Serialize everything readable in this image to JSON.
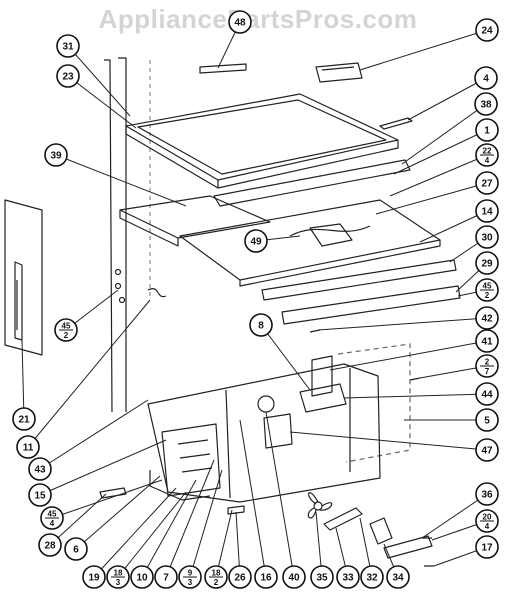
{
  "watermark": "AppliancePartsPros.com",
  "callouts": [
    {
      "id": "48",
      "text": "48"
    },
    {
      "id": "24",
      "text": "24"
    },
    {
      "id": "31",
      "text": "31"
    },
    {
      "id": "4",
      "text": "4"
    },
    {
      "id": "23",
      "text": "23"
    },
    {
      "id": "38",
      "text": "38"
    },
    {
      "id": "1",
      "text": "1"
    },
    {
      "id": "39",
      "text": "39"
    },
    {
      "id": "22-4",
      "top": "22",
      "bottom": "4"
    },
    {
      "id": "27",
      "text": "27"
    },
    {
      "id": "14",
      "text": "14"
    },
    {
      "id": "30",
      "text": "30"
    },
    {
      "id": "29",
      "text": "29"
    },
    {
      "id": "49",
      "text": "49"
    },
    {
      "id": "45-2-right",
      "top": "45",
      "bottom": "2"
    },
    {
      "id": "45-2-left",
      "top": "45",
      "bottom": "2"
    },
    {
      "id": "42",
      "text": "42"
    },
    {
      "id": "8",
      "text": "8"
    },
    {
      "id": "41",
      "text": "41"
    },
    {
      "id": "2-7",
      "top": "2",
      "bottom": "7"
    },
    {
      "id": "44",
      "text": "44"
    },
    {
      "id": "21",
      "text": "21"
    },
    {
      "id": "5",
      "text": "5"
    },
    {
      "id": "11",
      "text": "11"
    },
    {
      "id": "43",
      "text": "43"
    },
    {
      "id": "47",
      "text": "47"
    },
    {
      "id": "15",
      "text": "15"
    },
    {
      "id": "45-4",
      "top": "45",
      "bottom": "4"
    },
    {
      "id": "28",
      "text": "28"
    },
    {
      "id": "6",
      "text": "6"
    },
    {
      "id": "36",
      "text": "36"
    },
    {
      "id": "20-4",
      "top": "20",
      "bottom": "4"
    },
    {
      "id": "17",
      "text": "17"
    },
    {
      "id": "19",
      "text": "19"
    },
    {
      "id": "18-3",
      "top": "18",
      "bottom": "3"
    },
    {
      "id": "10",
      "text": "10"
    },
    {
      "id": "7",
      "text": "7"
    },
    {
      "id": "9-3",
      "top": "9",
      "bottom": "3"
    },
    {
      "id": "18-2",
      "top": "18",
      "bottom": "2"
    },
    {
      "id": "26",
      "text": "26"
    },
    {
      "id": "16",
      "text": "16"
    },
    {
      "id": "40",
      "text": "40"
    },
    {
      "id": "35",
      "text": "35"
    },
    {
      "id": "33",
      "text": "33"
    },
    {
      "id": "32",
      "text": "32"
    },
    {
      "id": "34",
      "text": "34"
    }
  ]
}
